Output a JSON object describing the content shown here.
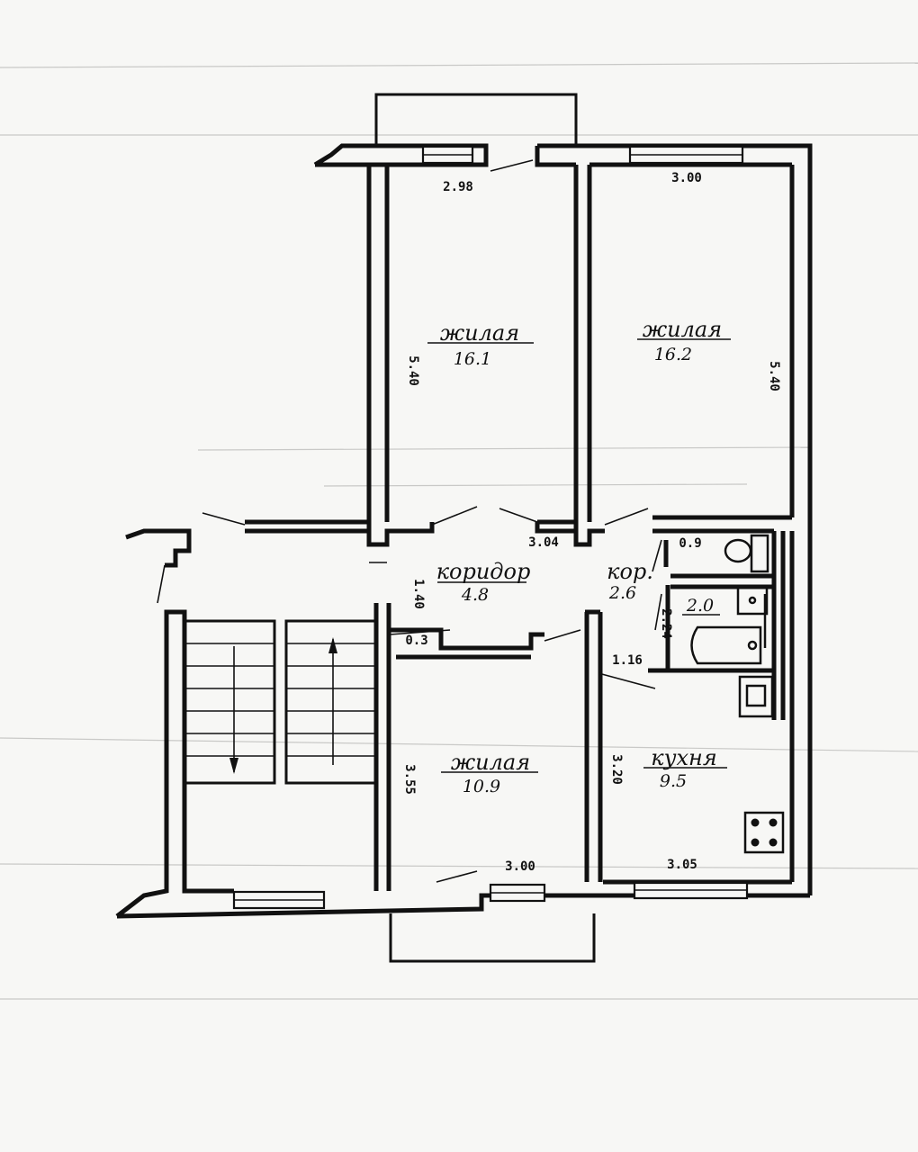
{
  "rooms": [
    {
      "name": "жилая",
      "area": "16.1"
    },
    {
      "name": "жилая",
      "area": "16.2"
    },
    {
      "name": "коридор",
      "area": "4.8"
    },
    {
      "name": "кор.",
      "area": "2.6"
    },
    {
      "name": "2.0",
      "area": ""
    },
    {
      "name": "жилая",
      "area": "10.9"
    },
    {
      "name": "кухня",
      "area": "9.5"
    }
  ],
  "dimensions": {
    "room1_width": "2.98",
    "room1_length": "5.40",
    "room2_width": "3.00",
    "room2_length": "5.40",
    "corridor_width": "3.04",
    "corridor_depth": "1.40",
    "toilet": "0.9",
    "small_corridor_len": "2.24",
    "closet": "0.3",
    "passage": "1.16",
    "room3_length": "3.55",
    "room3_width": "3.00",
    "kitchen_length": "3.20",
    "kitchen_width": "3.05"
  }
}
